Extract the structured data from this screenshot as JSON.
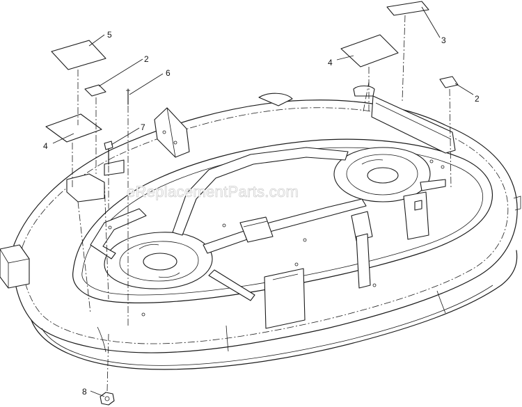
{
  "watermark": "eReplacementParts.com",
  "callouts": [
    "5",
    "2",
    "6",
    "7",
    "4",
    "3",
    "4",
    "2",
    "8"
  ]
}
